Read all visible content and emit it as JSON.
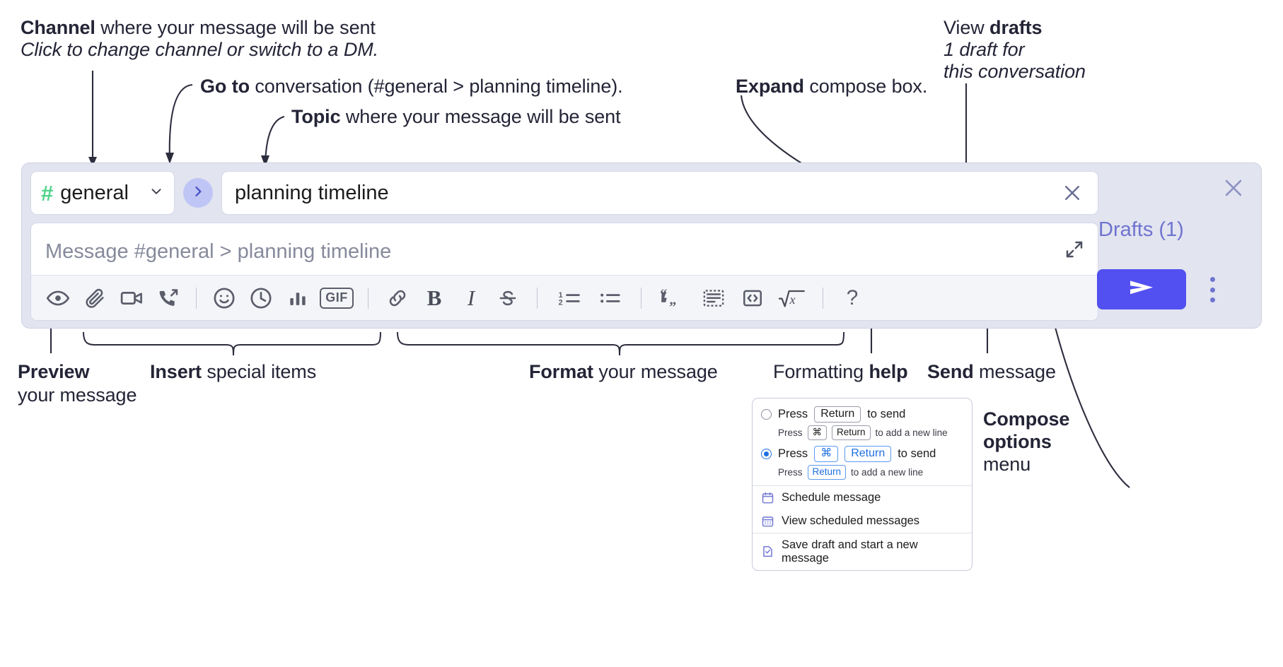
{
  "annotations": {
    "channel": {
      "bold": "Channel",
      "rest": " where your message will be sent",
      "italic": "Click to change channel or switch to a DM."
    },
    "goto": {
      "bold": "Go to",
      "rest": " conversation (#general > planning timeline)."
    },
    "topic": {
      "bold": "Topic",
      "rest": " where your message will be sent"
    },
    "expand": {
      "bold": "Expand",
      "rest": " compose box."
    },
    "drafts": {
      "plain": "View ",
      "bold": "drafts",
      "italic1": "1 draft for",
      "italic2": "this conversation"
    },
    "preview": {
      "bold": "Preview",
      "rest": "your message"
    },
    "insert": {
      "bold": "Insert",
      "rest": " special items"
    },
    "format": {
      "bold": "Format",
      "rest": " your message"
    },
    "formatting_help": {
      "plain": "Formatting ",
      "bold": "help"
    },
    "send": {
      "bold": "Send",
      "rest": " message"
    },
    "compose_options": {
      "bold1": "Compose",
      "bold2": "options",
      "rest": "menu"
    }
  },
  "composer": {
    "channel_picker": {
      "hash": "#",
      "name": "general",
      "caret_icon": "chevron-down-icon"
    },
    "goto_button": {
      "icon": "chevron-right-icon"
    },
    "topic": {
      "value": "planning timeline",
      "clear_icon": "close-icon"
    },
    "message": {
      "placeholder": "Message #general > planning timeline",
      "expand_icon": "expand-icon"
    },
    "toolbar": [
      {
        "name": "preview-button",
        "icon": "eye-icon",
        "label": "Preview"
      },
      {
        "name": "attach-button",
        "icon": "paperclip-icon",
        "label": "Attach file"
      },
      {
        "name": "video-clip-button",
        "icon": "video-camera-icon",
        "label": "Record video clip"
      },
      {
        "name": "audio-clip-button",
        "icon": "phone-arrow-icon",
        "label": "Record audio clip"
      },
      {
        "name": "separator-1",
        "icon": "divider",
        "label": ""
      },
      {
        "name": "emoji-button",
        "icon": "smiley-icon",
        "label": "Emoji"
      },
      {
        "name": "reminder-button",
        "icon": "clock-icon",
        "label": "Reminder"
      },
      {
        "name": "poll-button",
        "icon": "bar-chart-icon",
        "label": "Poll"
      },
      {
        "name": "gif-button",
        "icon": "gif-icon",
        "label": "GIF"
      },
      {
        "name": "separator-2",
        "icon": "divider",
        "label": ""
      },
      {
        "name": "link-button",
        "icon": "link-icon",
        "label": "Link"
      },
      {
        "name": "bold-button",
        "icon": "bold-icon",
        "label": "B"
      },
      {
        "name": "italic-button",
        "icon": "italic-icon",
        "label": "I"
      },
      {
        "name": "strikethrough-button",
        "icon": "strikethrough-icon",
        "label": "Strikethrough"
      },
      {
        "name": "separator-3",
        "icon": "divider",
        "label": ""
      },
      {
        "name": "ordered-list-button",
        "icon": "ordered-list-icon",
        "label": "Ordered list"
      },
      {
        "name": "bulleted-list-button",
        "icon": "bulleted-list-icon",
        "label": "Bulleted list"
      },
      {
        "name": "separator-4",
        "icon": "divider",
        "label": ""
      },
      {
        "name": "blockquote-button",
        "icon": "quote-icon",
        "label": "Blockquote"
      },
      {
        "name": "code-block-button",
        "icon": "code-block-icon",
        "label": "Code block"
      },
      {
        "name": "code-button",
        "icon": "code-icon",
        "label": "Code"
      },
      {
        "name": "math-button",
        "icon": "square-root-icon",
        "label": "Math"
      },
      {
        "name": "separator-5",
        "icon": "divider",
        "label": ""
      },
      {
        "name": "help-button",
        "icon": "question-mark-icon",
        "label": "?"
      }
    ],
    "rail": {
      "close_icon": "close-icon",
      "drafts_label": "Drafts (1)",
      "send_icon": "send-paper-plane-icon",
      "kebab_icon": "kebab-menu-icon"
    }
  },
  "compose_menu": {
    "options": [
      {
        "selected": false,
        "pre": "Press",
        "key1": "Return",
        "post": "to send",
        "sub_pre": "Press",
        "sub_key1": "⌘",
        "sub_key2": "Return",
        "sub_post": "to add a new line"
      },
      {
        "selected": true,
        "pre": "Press",
        "key1": "⌘",
        "key2": "Return",
        "post": "to send",
        "sub_pre": "Press",
        "sub_key1": "Return",
        "sub_post": "to add a new line"
      }
    ],
    "items": [
      {
        "icon": "calendar-icon",
        "label": "Schedule message"
      },
      {
        "icon": "calendar-grid-icon",
        "label": "View scheduled messages"
      },
      {
        "icon": "save-draft-icon",
        "label": "Save draft and start a new message"
      }
    ]
  },
  "colors": {
    "panel_bg": "#e2e4f0",
    "send_button": "#5250f0",
    "hash_green": "#4fd38a",
    "drafts_purple": "#6f74cf",
    "goto_circle": "#bfc6f5",
    "menu_icon_purple": "#7b7fd6",
    "radio_blue": "#1f6fe0",
    "text": "#232436"
  }
}
